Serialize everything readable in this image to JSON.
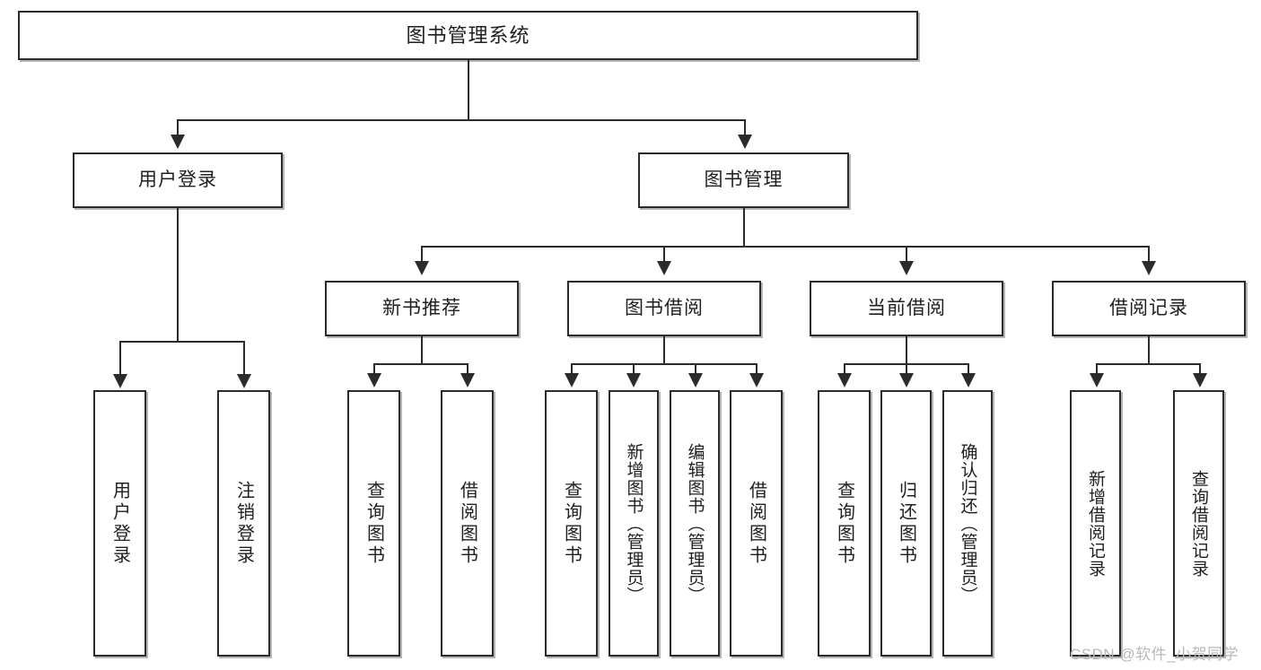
{
  "diagram": {
    "title": "图书管理系统",
    "type": "tree",
    "root": {
      "label": "图书管理系统"
    },
    "level1": [
      {
        "label": "用户登录"
      },
      {
        "label": "图书管理"
      }
    ],
    "level2": [
      {
        "label": "新书推荐"
      },
      {
        "label": "图书借阅"
      },
      {
        "label": "当前借阅"
      },
      {
        "label": "借阅记录"
      }
    ],
    "leaves": {
      "user_login": [
        {
          "label": "用户登录"
        },
        {
          "label": "注销登录"
        }
      ],
      "new_book": [
        {
          "label": "查询图书"
        },
        {
          "label": "借阅图书"
        }
      ],
      "book_borrow": [
        {
          "label": "查询图书"
        },
        {
          "label": "新增图书（管理员）"
        },
        {
          "label": "编辑图书（管理员）"
        },
        {
          "label": "借阅图书"
        }
      ],
      "current_borrow": [
        {
          "label": "查询图书"
        },
        {
          "label": "归还图书"
        },
        {
          "label": "确认归还（管理员）"
        }
      ],
      "borrow_record": [
        {
          "label": "新增借阅记录"
        },
        {
          "label": "查询借阅记录"
        }
      ]
    }
  },
  "watermark": {
    "text": "CSDN @软件_小贺同学"
  },
  "colors": {
    "border": "#2b2b2b",
    "background": "#ffffff",
    "text": "#1f1f1f",
    "watermark": "#b9b9b9"
  }
}
